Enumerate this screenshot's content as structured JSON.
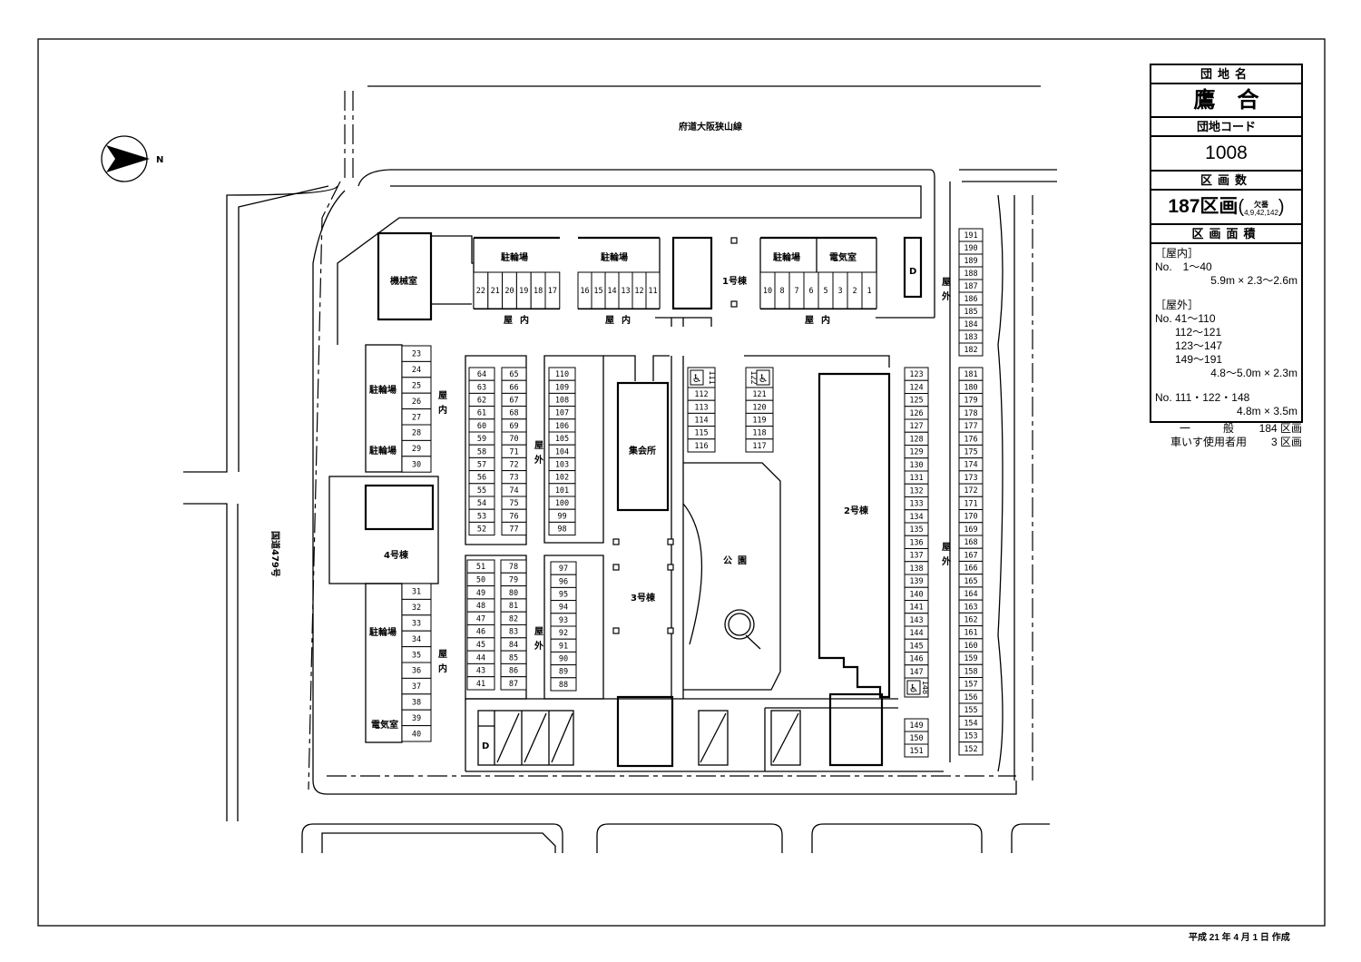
{
  "info": {
    "name_header": "団地名",
    "name": "鷹　合",
    "code_header": "団地コード",
    "code": "1008",
    "count_header": "区画数",
    "count": "187区画",
    "missing_label": "欠番",
    "missing_numbers": "4,9,42,142",
    "area_header": "区画面積",
    "indoor_label": "［屋内］",
    "indoor_range": "No.　1〜40",
    "indoor_size": "5.9m × 2.3〜2.6m",
    "outdoor_label": "［屋外］",
    "outdoor_ranges": [
      "No.  41〜110",
      "112〜121",
      "123〜147",
      "149〜191"
    ],
    "outdoor_size": "4.8〜5.0m × 2.3m",
    "wheelchair_range": "No. 111・122・148",
    "wheelchair_size": "4.8m × 3.5m"
  },
  "summary": {
    "general_label": "一　　　般",
    "general_count": "184 区画",
    "wheelchair_label": "車いす使用者用",
    "wheelchair_count": "3 区画"
  },
  "footer": "平成 21 年 4 月 1 日 作成",
  "map": {
    "road_north": "府道大阪狭山線",
    "road_west": "国道479号",
    "compass": "N",
    "machine_room": "機械室",
    "bike_parking": "駐輪場",
    "electric_room": "電気室",
    "indoor": "屋内",
    "outdoor": "屋外",
    "building1": "1号棟",
    "building2": "2号棟",
    "building3": "3号棟",
    "building4": "4号棟",
    "meeting_hall": "集会所",
    "park": "公園",
    "dust_d": "D"
  },
  "slots": {
    "top_a": [
      "22",
      "21",
      "20",
      "19",
      "18",
      "17"
    ],
    "top_b": [
      "16",
      "15",
      "14",
      "13",
      "12",
      "11"
    ],
    "top_c": [
      "10",
      "8",
      "7",
      "6",
      "5",
      "3",
      "2",
      "1"
    ],
    "left_a": [
      "23",
      "24",
      "25",
      "26",
      "27",
      "28",
      "29",
      "30"
    ],
    "left_b": [
      "31",
      "32",
      "33",
      "34",
      "35",
      "36",
      "37",
      "38",
      "39",
      "40"
    ],
    "col_a": [
      "64",
      "63",
      "62",
      "61",
      "60",
      "59",
      "58",
      "57",
      "56",
      "55",
      "54",
      "53",
      "52"
    ],
    "col_b": [
      "65",
      "66",
      "67",
      "68",
      "69",
      "70",
      "71",
      "72",
      "73",
      "74",
      "75",
      "76",
      "77"
    ],
    "col_c": [
      "110",
      "109",
      "108",
      "107",
      "106",
      "105",
      "104",
      "103",
      "102",
      "101",
      "100",
      "99",
      "98"
    ],
    "col_d": [
      "51",
      "50",
      "49",
      "48",
      "47",
      "46",
      "45",
      "44",
      "43",
      "41"
    ],
    "col_e": [
      "78",
      "79",
      "80",
      "81",
      "82",
      "83",
      "84",
      "85",
      "86",
      "87"
    ],
    "col_f": [
      "97",
      "96",
      "95",
      "94",
      "93",
      "92",
      "91",
      "90",
      "89",
      "88"
    ],
    "col_g": [
      "112",
      "113",
      "114",
      "115",
      "116"
    ],
    "col_h": [
      "121",
      "120",
      "119",
      "118",
      "117"
    ],
    "col_i": [
      "123",
      "124",
      "125",
      "126",
      "127",
      "128",
      "129",
      "130",
      "131",
      "132",
      "133",
      "134",
      "135",
      "136",
      "137",
      "138",
      "139",
      "140",
      "141",
      "143",
      "144",
      "145",
      "146",
      "147"
    ],
    "col_j": [
      "149",
      "150",
      "151"
    ],
    "col_k": [
      "191",
      "190",
      "189",
      "188",
      "187",
      "186",
      "185",
      "184",
      "183",
      "182"
    ],
    "col_l": [
      "181",
      "180",
      "179",
      "178",
      "177",
      "176",
      "175",
      "174",
      "173",
      "172",
      "171",
      "170",
      "169",
      "168",
      "167",
      "166",
      "165",
      "164",
      "163",
      "162",
      "161",
      "160",
      "159",
      "158",
      "157",
      "156",
      "155",
      "154",
      "153",
      "152"
    ],
    "wheelchair": [
      "111",
      "122",
      "148"
    ]
  }
}
